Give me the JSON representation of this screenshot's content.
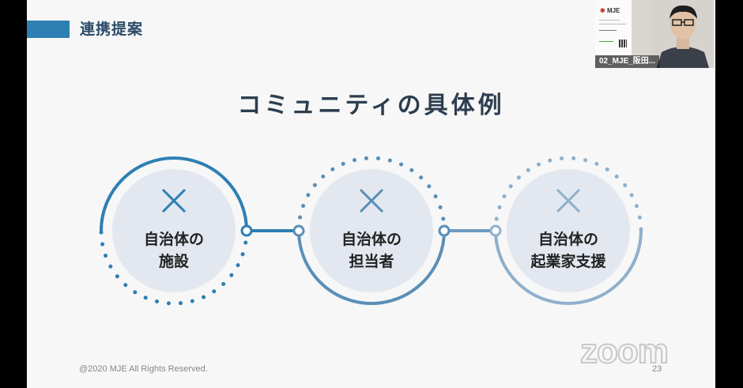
{
  "slide": {
    "section_title": "連携提案",
    "main_title": "コミュニティの具体例",
    "circles": [
      {
        "line1": "自治体の",
        "line2": "施設"
      },
      {
        "line1": "自治体の",
        "line2": "担当者"
      },
      {
        "line1": "自治体の",
        "line2": "起業家支援"
      }
    ],
    "copyright": "@2020 MJE All Rights Reserved.",
    "page_number": "23",
    "accent_colors": [
      "#2e7fb3",
      "#5a8fb7",
      "#8fb0cc"
    ]
  },
  "zoom_watermark": "zoom",
  "participant": {
    "name": "02_MJE_阪田...",
    "card_logo": "MJE"
  }
}
